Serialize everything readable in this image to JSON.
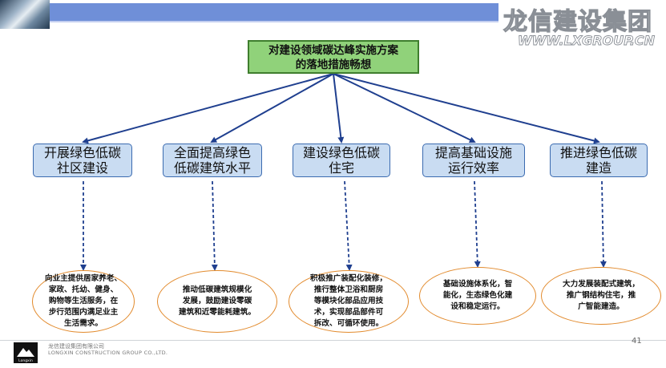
{
  "header": {
    "brand_cn": "龙信建设集团",
    "brand_url": "WWW.LXGROUP.CN"
  },
  "diagram": {
    "root": {
      "line1": "对建设领域碳达峰实施方案",
      "line2": "的落地措施畅想"
    },
    "branches": [
      {
        "title1": "开展绿色低碳",
        "title2": "社区建设",
        "detail": [
          "向业主提供居家养老、",
          "家政、托幼、健身、",
          "购物等生活服务，在",
          "步行范围内满足业主",
          "生活需求。"
        ]
      },
      {
        "title1": "全面提高绿色",
        "title2": "低碳建筑水平",
        "detail": [
          "推动低碳建筑规模化",
          "发展，鼓励建设零碳",
          "建筑和近零能耗建筑。"
        ]
      },
      {
        "title1": "建设绿色低碳",
        "title2": "住宅",
        "detail": [
          "积极推广装配化装修，",
          "推行整体卫浴和厨房",
          "等模块化部品应用技",
          "术，实现部品部件可",
          "拆改、可循环使用。"
        ]
      },
      {
        "title1": "提高基础设施",
        "title2": "运行效率",
        "detail": [
          "基础设施体系化，智",
          "能化，生态绿色化建",
          "设和稳定运行。"
        ]
      },
      {
        "title1": "推进绿色低碳",
        "title2": "建造",
        "detail": [
          "大力发展装配式建筑，",
          "推广钢结构住宅，推",
          "广智能建造。"
        ]
      }
    ]
  },
  "footer": {
    "logo_text": "Longxin",
    "company_cn": "龙信建设集团有限公司",
    "company_en": "LONGXIN CONSTRUCTION GROUP CO.,LTD.",
    "page_number": "41"
  },
  "colors": {
    "band": "#6f8fd8",
    "root_fill": "#90d27a",
    "category_fill": "#c9dcf2",
    "category_border": "#3b6bb0",
    "arrow": "#1f3f8f",
    "ellipse_border": "#e28a2c"
  }
}
